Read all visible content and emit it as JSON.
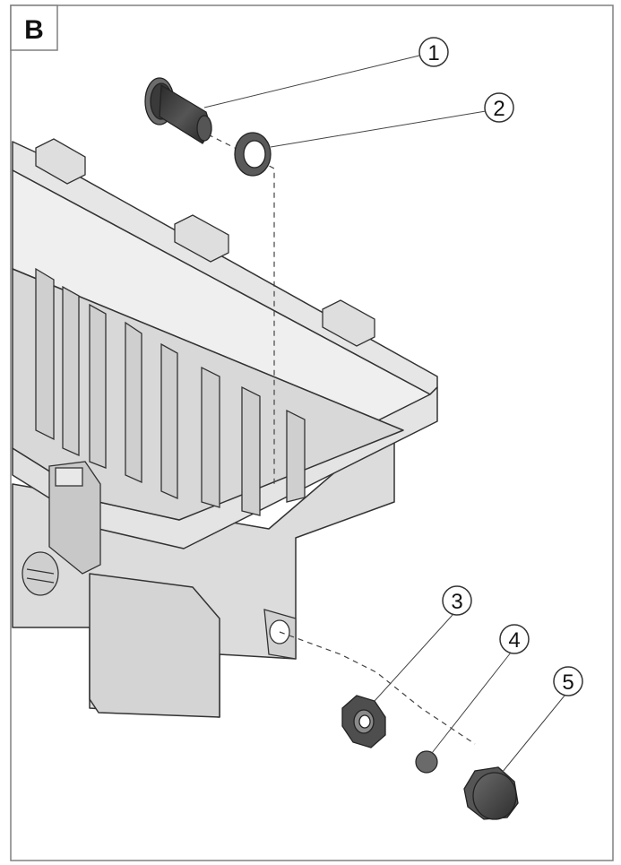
{
  "figure": {
    "panel_label": "B",
    "callouts": [
      {
        "number": "1",
        "part": "bolt"
      },
      {
        "number": "2",
        "part": "washer"
      },
      {
        "number": "3",
        "part": "nut"
      },
      {
        "number": "4",
        "part": "small-washer"
      },
      {
        "number": "5",
        "part": "cap"
      }
    ]
  },
  "colors": {
    "frame": "#808080",
    "line": "#333333",
    "box_fill": "#e8e8e8",
    "box_shade": "#cfcfcf",
    "part_dark": "#4a4a4a"
  }
}
